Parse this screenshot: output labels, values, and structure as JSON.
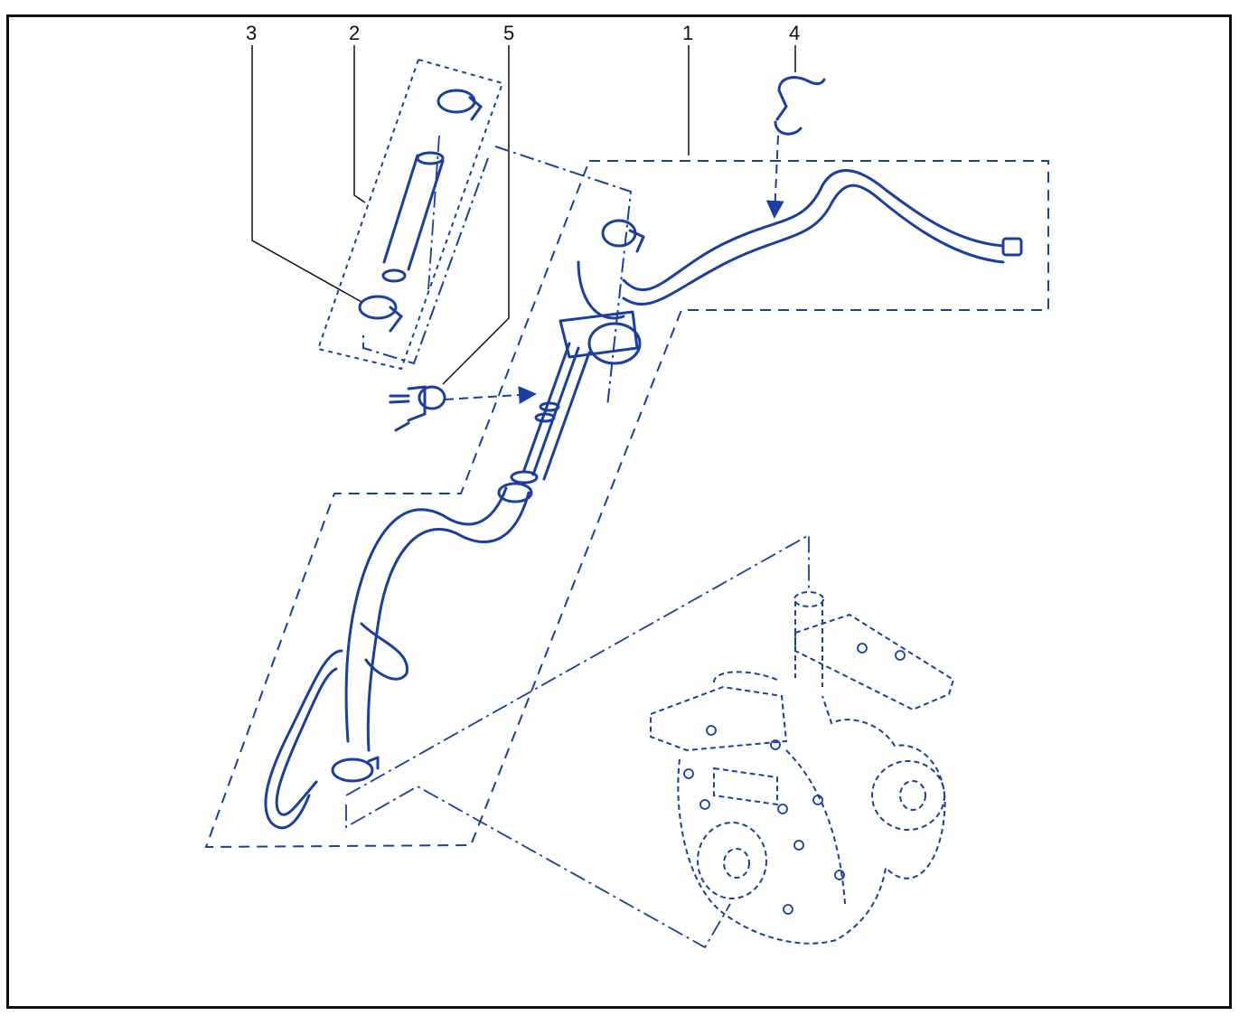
{
  "diagram": {
    "line_color": "#1a3fa0",
    "frame_color": "#111111",
    "callouts": [
      {
        "id": "c1",
        "label": "1"
      },
      {
        "id": "c2",
        "label": "2"
      },
      {
        "id": "c3",
        "label": "3"
      },
      {
        "id": "c4",
        "label": "4"
      },
      {
        "id": "c5",
        "label": "5"
      }
    ]
  }
}
